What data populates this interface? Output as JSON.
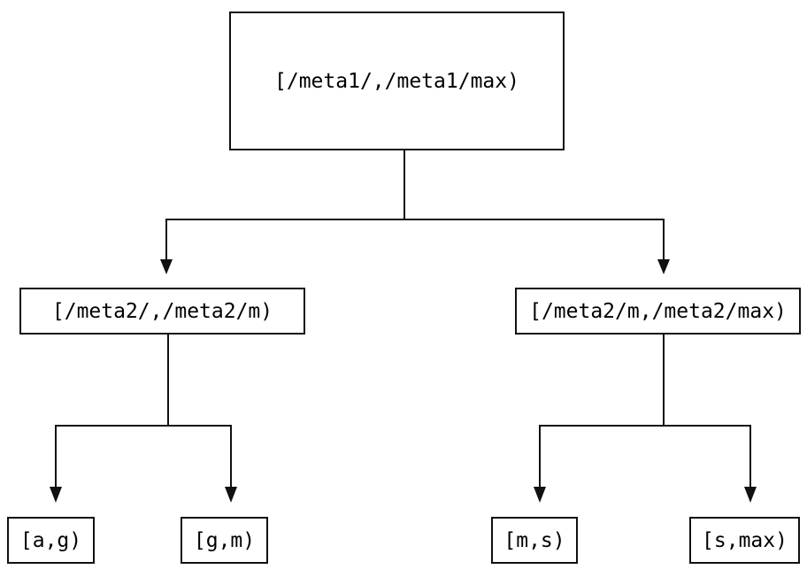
{
  "diagram": {
    "background_color": "#ffffff",
    "line_color": "#000000",
    "box_border_color": "#111111",
    "nodes": {
      "root": {
        "label": "[/meta1/,/meta1/max)"
      },
      "meta2_low": {
        "label": "[/meta2/,/meta2/m)"
      },
      "meta2_high": {
        "label": "[/meta2/m,/meta2/max)"
      },
      "leaf_ag": {
        "label": "[a,g)"
      },
      "leaf_gm": {
        "label": "[g,m)"
      },
      "leaf_ms": {
        "label": "[m,s)"
      },
      "leaf_smax": {
        "label": "[s,max)"
      }
    },
    "edges": [
      {
        "from": "root",
        "to": "meta2_low"
      },
      {
        "from": "root",
        "to": "meta2_high"
      },
      {
        "from": "meta2_low",
        "to": "leaf_ag"
      },
      {
        "from": "meta2_low",
        "to": "leaf_gm"
      },
      {
        "from": "meta2_high",
        "to": "leaf_ms"
      },
      {
        "from": "meta2_high",
        "to": "leaf_smax"
      }
    ]
  }
}
